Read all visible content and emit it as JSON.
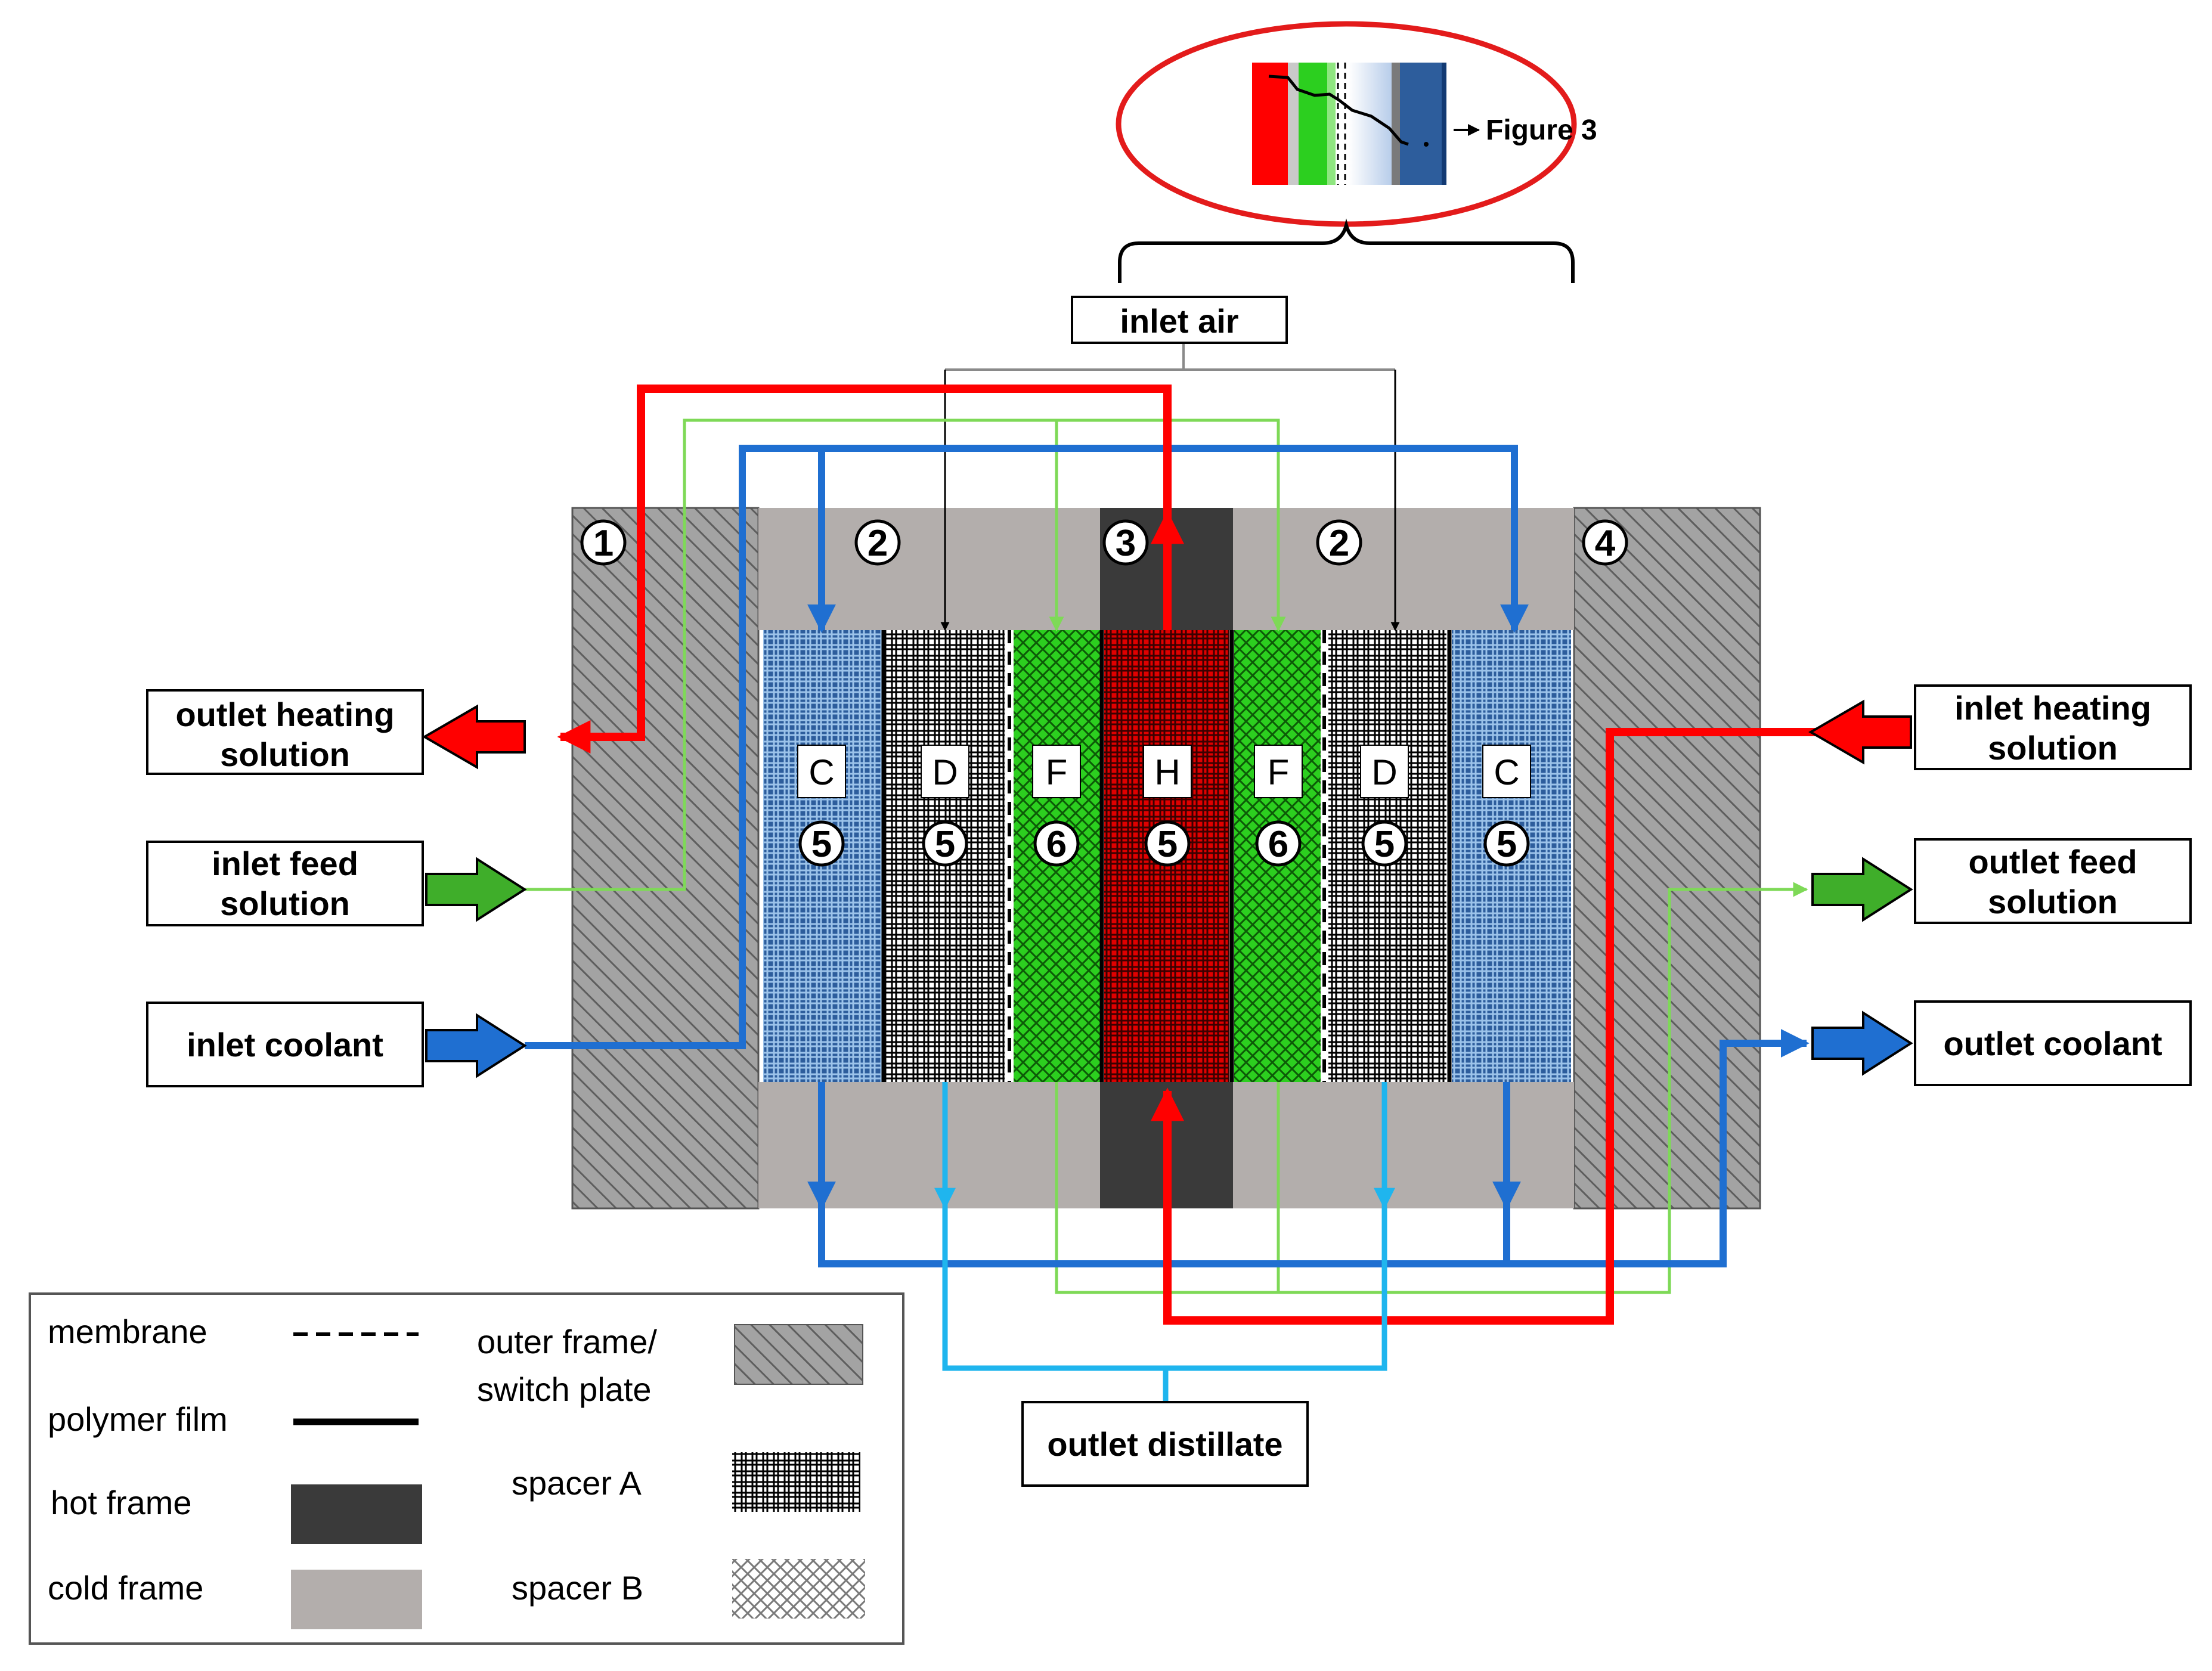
{
  "labels": {
    "inlet_air": "inlet air",
    "outlet_heating": [
      "outlet heating",
      "solution"
    ],
    "inlet_feed": [
      "inlet feed",
      "solution"
    ],
    "inlet_coolant": "inlet coolant",
    "inlet_heating": [
      "inlet heating",
      "solution"
    ],
    "outlet_feed": [
      "outlet feed",
      "solution"
    ],
    "outlet_coolant": "outlet coolant",
    "outlet_distillate": "outlet distillate",
    "figure_ref": "Figure 3"
  },
  "channels": [
    {
      "letter": "C",
      "number": "5"
    },
    {
      "letter": "D",
      "number": "5"
    },
    {
      "letter": "F",
      "number": "6"
    },
    {
      "letter": "H",
      "number": "5"
    },
    {
      "letter": "F",
      "number": "6"
    },
    {
      "letter": "D",
      "number": "5"
    },
    {
      "letter": "C",
      "number": "5"
    }
  ],
  "frame_numbers": [
    "1",
    "2",
    "3",
    "2",
    "4"
  ],
  "legend": {
    "membrane": "membrane",
    "polymer_film": "polymer film",
    "hot_frame": "hot frame",
    "cold_frame": "cold frame",
    "outer_frame": [
      "outer frame/",
      "switch plate"
    ],
    "spacer_a": "spacer A",
    "spacer_b": "spacer B"
  },
  "colors": {
    "hot": "#ff0000",
    "feed": "#3fae2a",
    "feed_line": "#7ed957",
    "coolant": "#1f6fd1",
    "distillate": "#1fb5ee",
    "cold_frame": "#b3aeac",
    "hot_frame": "#3a3a3a",
    "outer_frame": "#9a9a9a"
  }
}
